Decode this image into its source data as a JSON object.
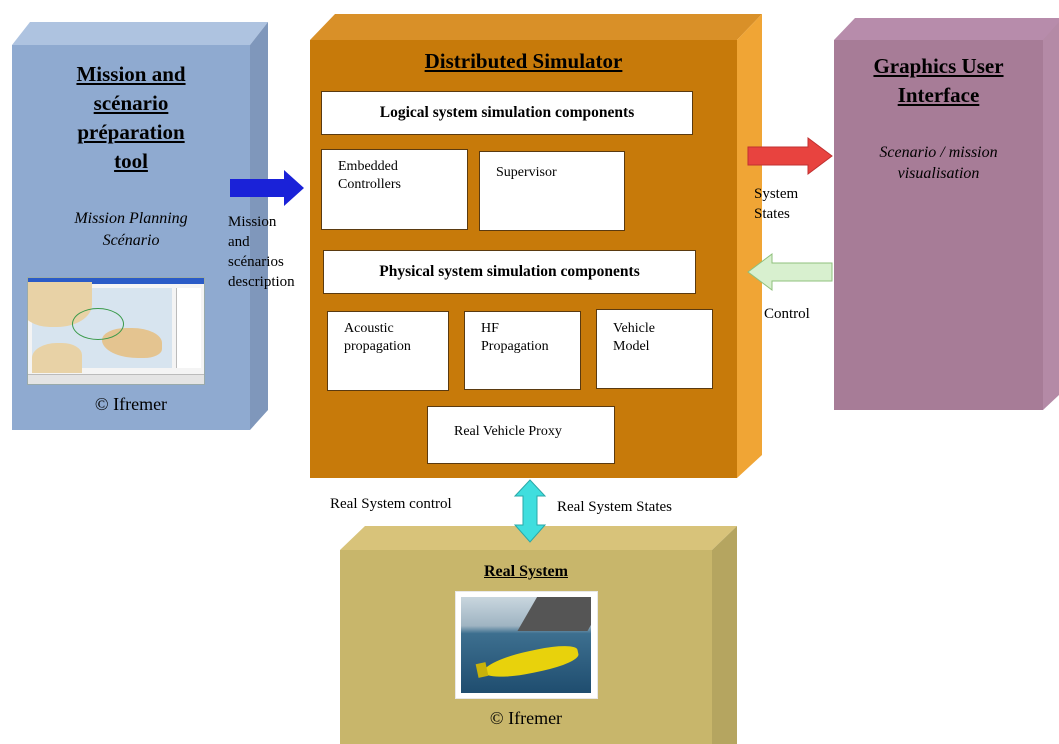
{
  "left_block": {
    "title_line1": "Mission and",
    "title_line2": "scénario",
    "title_line3": "préparation",
    "title_line4": "tool",
    "subtitle_line1": "Mission Planning",
    "subtitle_line2": "Scénario",
    "credit": "© Ifremer"
  },
  "simulator": {
    "title": "Distributed Simulator",
    "logical_header": "Logical system simulation components",
    "embedded_controllers_line1": "Embedded",
    "embedded_controllers_line2": "Controllers",
    "supervisor": "Supervisor",
    "physical_header": "Physical system simulation components",
    "acoustic_line1": "Acoustic",
    "acoustic_line2": "propagation",
    "hf_line1": "HF",
    "hf_line2": "Propagation",
    "vehicle_line1": "Vehicle",
    "vehicle_line2": "Model",
    "proxy": "Real Vehicle Proxy"
  },
  "gui_block": {
    "title_line1": "Graphics User",
    "title_line2": "Interface",
    "subtitle_line1": "Scenario / mission",
    "subtitle_line2": "visualisation"
  },
  "real_block": {
    "title": "Real System",
    "credit": "© Ifremer"
  },
  "connectors": {
    "mission_line1": "Mission",
    "mission_line2": "and",
    "mission_line3": "scénarios",
    "mission_line4": "description",
    "system_states_line1": "System",
    "system_states_line2": "States",
    "control": "Control",
    "real_control": "Real System control",
    "real_states": "Real System States"
  },
  "colors": {
    "left_block": "#8faad0",
    "simulator": "#c77a0a",
    "gui_block": "#a77c97",
    "real_block": "#c8b66b",
    "arrow_blue": "#1a22d8",
    "arrow_red": "#e8433f",
    "arrow_green": "#d8f0cf",
    "arrow_cyan": "#3fdede"
  }
}
